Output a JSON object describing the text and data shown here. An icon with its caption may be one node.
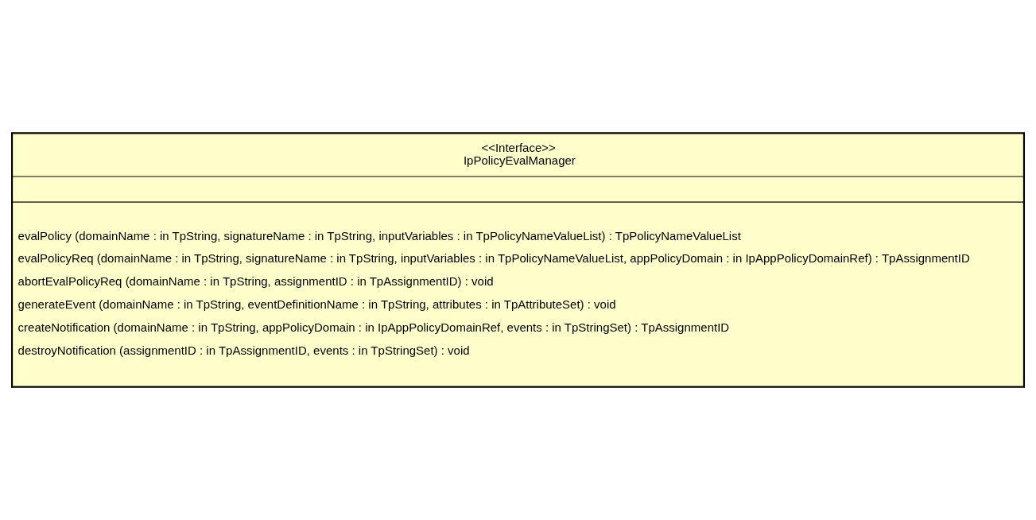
{
  "diagram": {
    "nodes": [
      {
        "text": [
          "<<Interface>>",
          "IpPolicyEvalManager",
          "evalPolicy (domainName : in TpString, signatureName : in TpString, inputVariables : in TpPolicyNameValueList) : TpPolicyNameValueList",
          "evalPolicyReq (domainName : in TpString, signatureName : in TpString, inputVariables : in TpPolicyNameValueList, appPolicyDomain : in IpAppPolicyDomainRef) : TpAssignmentID",
          "abortEvalPolicyReq (domainName : in TpString, assignmentID : in TpAssignmentID) : void",
          "generateEvent (domainName : in TpString, eventDefinitionName : in TpString, attributes : in TpAttributeSet) : void",
          "createNotification (domainName : in TpString, appPolicyDomain : in IpAppPolicyDomainRef, events : in TpStringSet) : TpAssignmentID",
          "destroyNotification (assignmentID : in TpAssignmentID, events : in TpStringSet) : void"
        ]
      }
    ]
  }
}
